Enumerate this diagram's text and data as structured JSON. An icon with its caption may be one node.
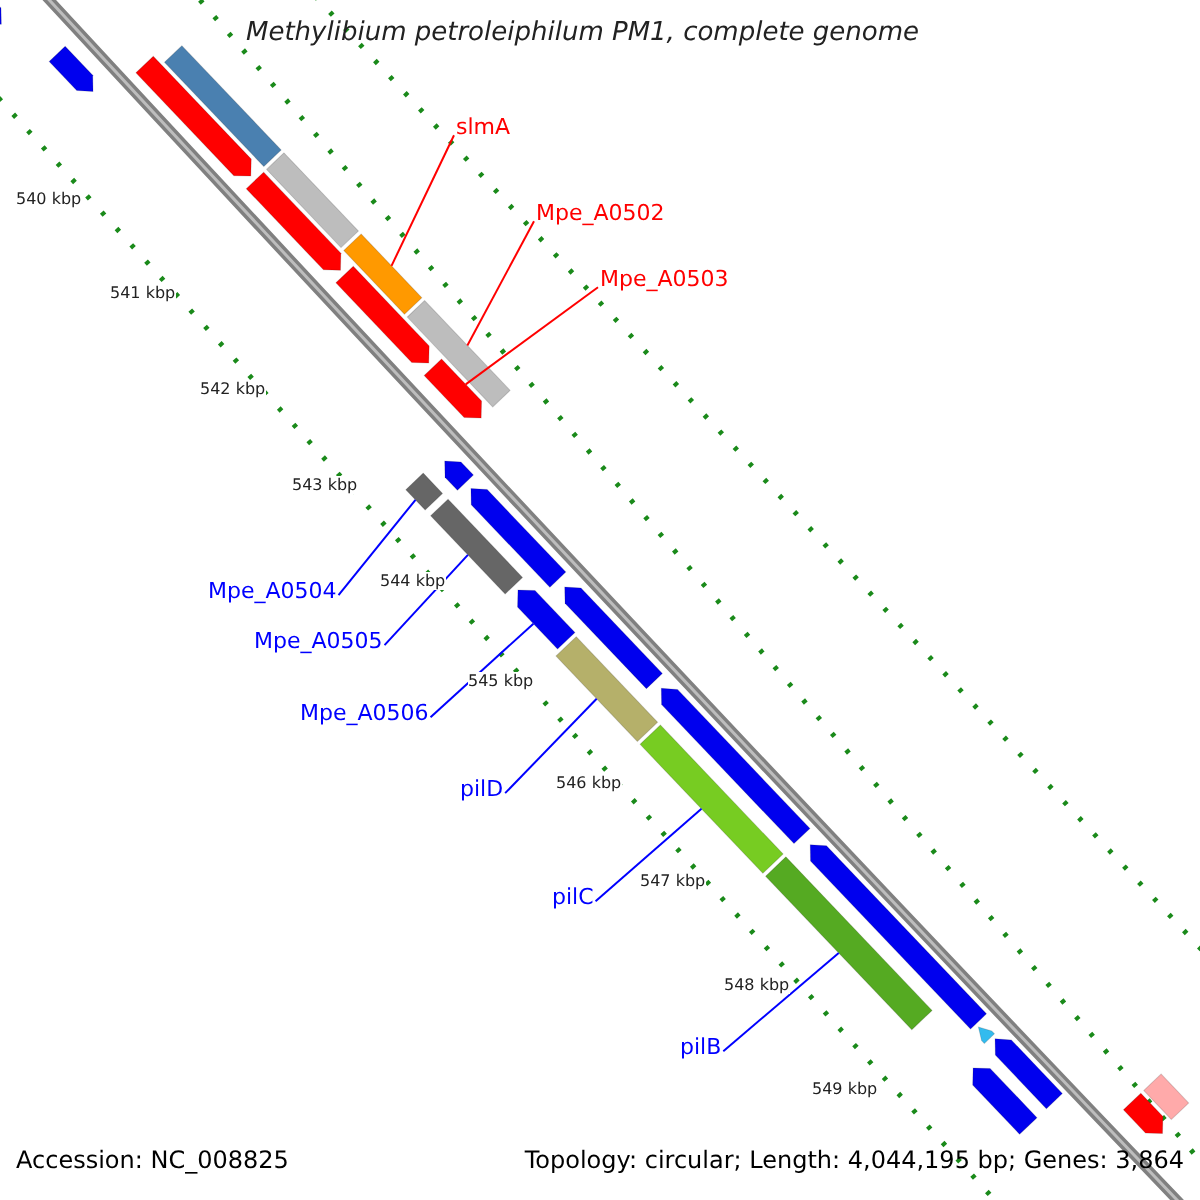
{
  "diagram": {
    "title": "Methylibium petroleiphilum PM1, complete genome",
    "nodes": [
      {
        "text": [
          "slmA"
        ]
      },
      {
        "text": [
          "Mpe_A0502"
        ]
      },
      {
        "text": [
          "Mpe_A0503"
        ]
      },
      {
        "text": [
          "Mpe_A0504"
        ]
      },
      {
        "text": [
          "Mpe_A0505"
        ]
      },
      {
        "text": [
          "Mpe_A0506"
        ]
      },
      {
        "text": [
          "pilD"
        ]
      },
      {
        "text": [
          "pilC"
        ]
      },
      {
        "text": [
          "pilB"
        ]
      },
      {
        "text": [],
        "shape": "arrow"
      },
      {
        "text": [],
        "shape": "arrow"
      },
      {
        "text": [],
        "shape": "arrow"
      },
      {
        "text": [],
        "shape": "bar"
      },
      {
        "text": [],
        "shape": "arrow"
      },
      {
        "text": [],
        "shape": "bar"
      },
      {
        "text": [],
        "shape": "bar"
      },
      {
        "text": [],
        "shape": "arrow"
      },
      {
        "text": [],
        "shape": "bar"
      },
      {
        "text": [],
        "shape": "arrow"
      },
      {
        "text": [],
        "shape": "bar"
      },
      {
        "text": [],
        "shape": "arrow"
      },
      {
        "text": [],
        "shape": "bar"
      },
      {
        "text": [],
        "shape": "arrow"
      },
      {
        "text": [],
        "shape": "arrow"
      },
      {
        "text": [],
        "shape": "arrow"
      },
      {
        "text": [],
        "shape": "bar"
      },
      {
        "text": [],
        "shape": "arrow"
      },
      {
        "text": [],
        "shape": "bar"
      },
      {
        "text": [],
        "shape": "bar"
      },
      {
        "text": [],
        "shape": "arrow"
      },
      {
        "text": [],
        "shape": "arrow"
      },
      {
        "text": [],
        "shape": "arrow"
      },
      {
        "text": [],
        "shape": "arrow"
      },
      {
        "text": [],
        "shape": "arrow"
      },
      {
        "text": [],
        "shape": "bar"
      }
    ],
    "edges": [
      {
        "from": 0,
        "to": 15,
        "arrow": "none",
        "color": "#ff0000"
      },
      {
        "from": 1,
        "to": 17,
        "arrow": "none",
        "color": "#ff0000"
      },
      {
        "from": 2,
        "to": 18,
        "arrow": "none",
        "color": "#ff0000"
      },
      {
        "from": 3,
        "to": 19,
        "arrow": "none"
      },
      {
        "from": 4,
        "to": 21,
        "arrow": "none"
      },
      {
        "from": 5,
        "to": 23,
        "arrow": "none"
      },
      {
        "from": 6,
        "to": 25,
        "arrow": "none"
      },
      {
        "from": 7,
        "to": 27,
        "arrow": "none"
      },
      {
        "from": 8,
        "to": 28,
        "arrow": "none"
      }
    ],
    "labels": [
      "540 kbp",
      "541 kbp",
      "542 kbp",
      "543 kbp",
      "544 kbp",
      "545 kbp",
      "546 kbp",
      "547 kbp",
      "548 kbp",
      "549 kbp",
      "Accession: NC_008825",
      "Topology: circular; Length: 4,044,195 bp; Genes: 3,864"
    ]
  }
}
